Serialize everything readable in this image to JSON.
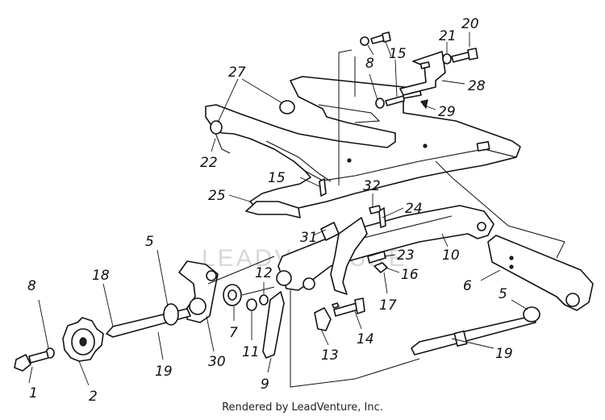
{
  "footer": {
    "text": "Rendered by LeadVenture, Inc."
  },
  "watermark": {
    "text": "LEADVENTURE"
  },
  "callouts": [
    {
      "id": "c1",
      "label": "1"
    },
    {
      "id": "c2",
      "label": "2"
    },
    {
      "id": "c5a",
      "label": "5"
    },
    {
      "id": "c5b",
      "label": "5"
    },
    {
      "id": "c6",
      "label": "6"
    },
    {
      "id": "c7",
      "label": "7"
    },
    {
      "id": "c8a",
      "label": "8"
    },
    {
      "id": "c8b",
      "label": "8"
    },
    {
      "id": "c9",
      "label": "9"
    },
    {
      "id": "c10",
      "label": "10"
    },
    {
      "id": "c11",
      "label": "11"
    },
    {
      "id": "c12",
      "label": "12"
    },
    {
      "id": "c13",
      "label": "13"
    },
    {
      "id": "c14",
      "label": "14"
    },
    {
      "id": "c15a",
      "label": "15"
    },
    {
      "id": "c15b",
      "label": "15"
    },
    {
      "id": "c16",
      "label": "16"
    },
    {
      "id": "c17",
      "label": "17"
    },
    {
      "id": "c18",
      "label": "18"
    },
    {
      "id": "c19a",
      "label": "19"
    },
    {
      "id": "c19b",
      "label": "19"
    },
    {
      "id": "c20",
      "label": "20"
    },
    {
      "id": "c21",
      "label": "21"
    },
    {
      "id": "c22",
      "label": "22"
    },
    {
      "id": "c23",
      "label": "23"
    },
    {
      "id": "c24",
      "label": "24"
    },
    {
      "id": "c25",
      "label": "25"
    },
    {
      "id": "c27",
      "label": "27"
    },
    {
      "id": "c28",
      "label": "28"
    },
    {
      "id": "c29",
      "label": "29"
    },
    {
      "id": "c30",
      "label": "30"
    },
    {
      "id": "c31",
      "label": "31"
    },
    {
      "id": "c32",
      "label": "32"
    }
  ]
}
